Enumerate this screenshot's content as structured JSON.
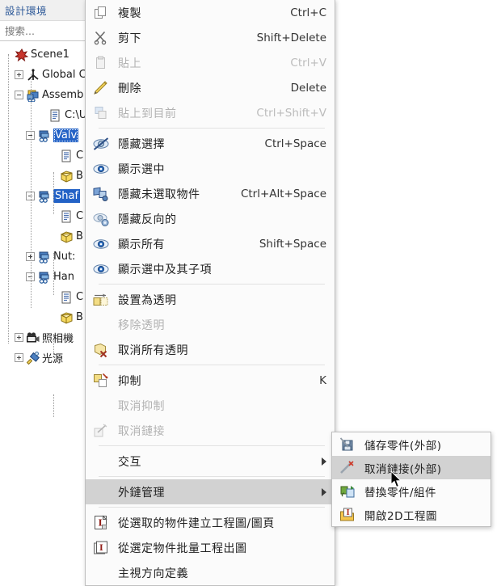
{
  "panel": {
    "title": "設計環境",
    "search_placeholder": "搜索..."
  },
  "tree": [
    {
      "label": "Scene1",
      "icon": "scene-icon",
      "indent": 0,
      "expander": "none",
      "selected": false
    },
    {
      "label": "Global C",
      "icon": "axis-icon",
      "indent": 1,
      "expander": "plus",
      "selected": false
    },
    {
      "label": "Assemb",
      "icon": "assembly-icon",
      "indent": 1,
      "expander": "minus",
      "selected": false
    },
    {
      "label": "C:\\U",
      "icon": "document-icon",
      "indent": 3,
      "expander": "none",
      "selected": false
    },
    {
      "label": "Valv",
      "icon": "part-link-icon",
      "indent": 2,
      "expander": "minus",
      "selected": true,
      "focused": true
    },
    {
      "label": "C",
      "icon": "document-icon",
      "indent": 4,
      "expander": "none",
      "selected": false
    },
    {
      "label": "B",
      "icon": "box-icon",
      "indent": 4,
      "expander": "none",
      "selected": false
    },
    {
      "label": "Shaf",
      "icon": "part-link-icon",
      "indent": 2,
      "expander": "minus",
      "selected": true,
      "focused": false
    },
    {
      "label": "C",
      "icon": "document-icon",
      "indent": 4,
      "expander": "none",
      "selected": false
    },
    {
      "label": "B",
      "icon": "box-icon",
      "indent": 4,
      "expander": "none",
      "selected": false
    },
    {
      "label": "Nut:",
      "icon": "part-link-icon",
      "indent": 2,
      "expander": "plus",
      "selected": false
    },
    {
      "label": "Han",
      "icon": "part-link-icon",
      "indent": 2,
      "expander": "minus",
      "selected": false
    },
    {
      "label": "C",
      "icon": "document-icon",
      "indent": 4,
      "expander": "none",
      "selected": false
    },
    {
      "label": "B",
      "icon": "box-icon",
      "indent": 4,
      "expander": "none",
      "selected": false
    },
    {
      "label": "照相機",
      "icon": "camera-icon",
      "indent": 1,
      "expander": "plus",
      "selected": false
    },
    {
      "label": "光源",
      "icon": "light-icon",
      "indent": 1,
      "expander": "plus",
      "selected": false
    }
  ],
  "context_menu": [
    {
      "type": "item",
      "label": "複製",
      "shortcut": "Ctrl+C",
      "icon": "copy-icon",
      "disabled": false,
      "highlight": false,
      "submenu": false,
      "clipped": true
    },
    {
      "type": "item",
      "label": "剪下",
      "shortcut": "Shift+Delete",
      "icon": "cut-icon",
      "disabled": false,
      "highlight": false,
      "submenu": false
    },
    {
      "type": "item",
      "label": "貼上",
      "shortcut": "Ctrl+V",
      "icon": "paste-icon",
      "disabled": true,
      "highlight": false,
      "submenu": false
    },
    {
      "type": "item",
      "label": "刪除",
      "shortcut": "Delete",
      "icon": "delete-pencil-icon",
      "disabled": false,
      "highlight": false,
      "submenu": false
    },
    {
      "type": "item",
      "label": "貼上到目前",
      "shortcut": "Ctrl+Shift+V",
      "icon": "paste-here-icon",
      "disabled": true,
      "highlight": false,
      "submenu": false
    },
    {
      "type": "separator"
    },
    {
      "type": "item",
      "label": "隱藏選擇",
      "shortcut": "Ctrl+Space",
      "icon": "hide-eye-icon",
      "disabled": false,
      "highlight": false,
      "submenu": false
    },
    {
      "type": "item",
      "label": "顯示選中",
      "shortcut": "",
      "icon": "eye-icon",
      "disabled": false,
      "highlight": false,
      "submenu": false
    },
    {
      "type": "item",
      "label": "隱藏未選取物件",
      "shortcut": "Ctrl+Alt+Space",
      "icon": "hide-unselected-icon",
      "disabled": false,
      "highlight": false,
      "submenu": false
    },
    {
      "type": "item",
      "label": "隱藏反向的",
      "shortcut": "",
      "icon": "hide-invert-icon",
      "disabled": false,
      "highlight": false,
      "submenu": false
    },
    {
      "type": "item",
      "label": "顯示所有",
      "shortcut": "Shift+Space",
      "icon": "eye-icon",
      "disabled": false,
      "highlight": false,
      "submenu": false
    },
    {
      "type": "item",
      "label": "顯示選中及其子項",
      "shortcut": "",
      "icon": "eye-icon",
      "disabled": false,
      "highlight": false,
      "submenu": false
    },
    {
      "type": "separator"
    },
    {
      "type": "item",
      "label": "設置為透明",
      "shortcut": "",
      "icon": "set-transparent-icon",
      "disabled": false,
      "highlight": false,
      "submenu": false
    },
    {
      "type": "item",
      "label": "移除透明",
      "shortcut": "",
      "icon": "none",
      "disabled": true,
      "highlight": false,
      "submenu": false
    },
    {
      "type": "item",
      "label": "取消所有透明",
      "shortcut": "",
      "icon": "clear-transparent-icon",
      "disabled": false,
      "highlight": false,
      "submenu": false
    },
    {
      "type": "separator"
    },
    {
      "type": "item",
      "label": "抑制",
      "shortcut": "K",
      "icon": "suppress-icon",
      "disabled": false,
      "highlight": false,
      "submenu": false
    },
    {
      "type": "item",
      "label": "取消抑制",
      "shortcut": "",
      "icon": "none",
      "disabled": true,
      "highlight": false,
      "submenu": false
    },
    {
      "type": "item",
      "label": "取消鏈接",
      "shortcut": "",
      "icon": "unlink-icon",
      "disabled": true,
      "highlight": false,
      "submenu": false
    },
    {
      "type": "separator"
    },
    {
      "type": "item",
      "label": "交互",
      "shortcut": "",
      "icon": "none",
      "disabled": false,
      "highlight": false,
      "submenu": true
    },
    {
      "type": "separator"
    },
    {
      "type": "item",
      "label": "外鏈管理",
      "shortcut": "",
      "icon": "none",
      "disabled": false,
      "highlight": true,
      "submenu": true
    },
    {
      "type": "separator"
    },
    {
      "type": "item",
      "label": "從選取的物件建立工程圖/圖頁",
      "shortcut": "",
      "icon": "drawing-new-icon",
      "disabled": false,
      "highlight": false,
      "submenu": false
    },
    {
      "type": "item",
      "label": "從選定物件批量工程出圖",
      "shortcut": "",
      "icon": "drawing-batch-icon",
      "disabled": false,
      "highlight": false,
      "submenu": false
    },
    {
      "type": "item",
      "label": "主視方向定義",
      "shortcut": "",
      "icon": "none",
      "disabled": false,
      "highlight": false,
      "submenu": false
    }
  ],
  "sub_menu": [
    {
      "label": "儲存零件(外部)",
      "icon": "save-part-icon",
      "highlight": false
    },
    {
      "label": "取消鏈接(外部)",
      "icon": "unlink-external-icon",
      "highlight": true
    },
    {
      "label": "替換零件/組件",
      "icon": "replace-part-icon",
      "highlight": false
    },
    {
      "label": "開啟2D工程圖",
      "icon": "open-2d-icon",
      "highlight": false
    }
  ],
  "colors": {
    "highlight_bg": "#d2d2d2",
    "menu_bg": "#fbfbfb",
    "selection_blue": "#2362c6",
    "title_blue": "#2b5797",
    "disabled_text": "#b2b2b2"
  }
}
